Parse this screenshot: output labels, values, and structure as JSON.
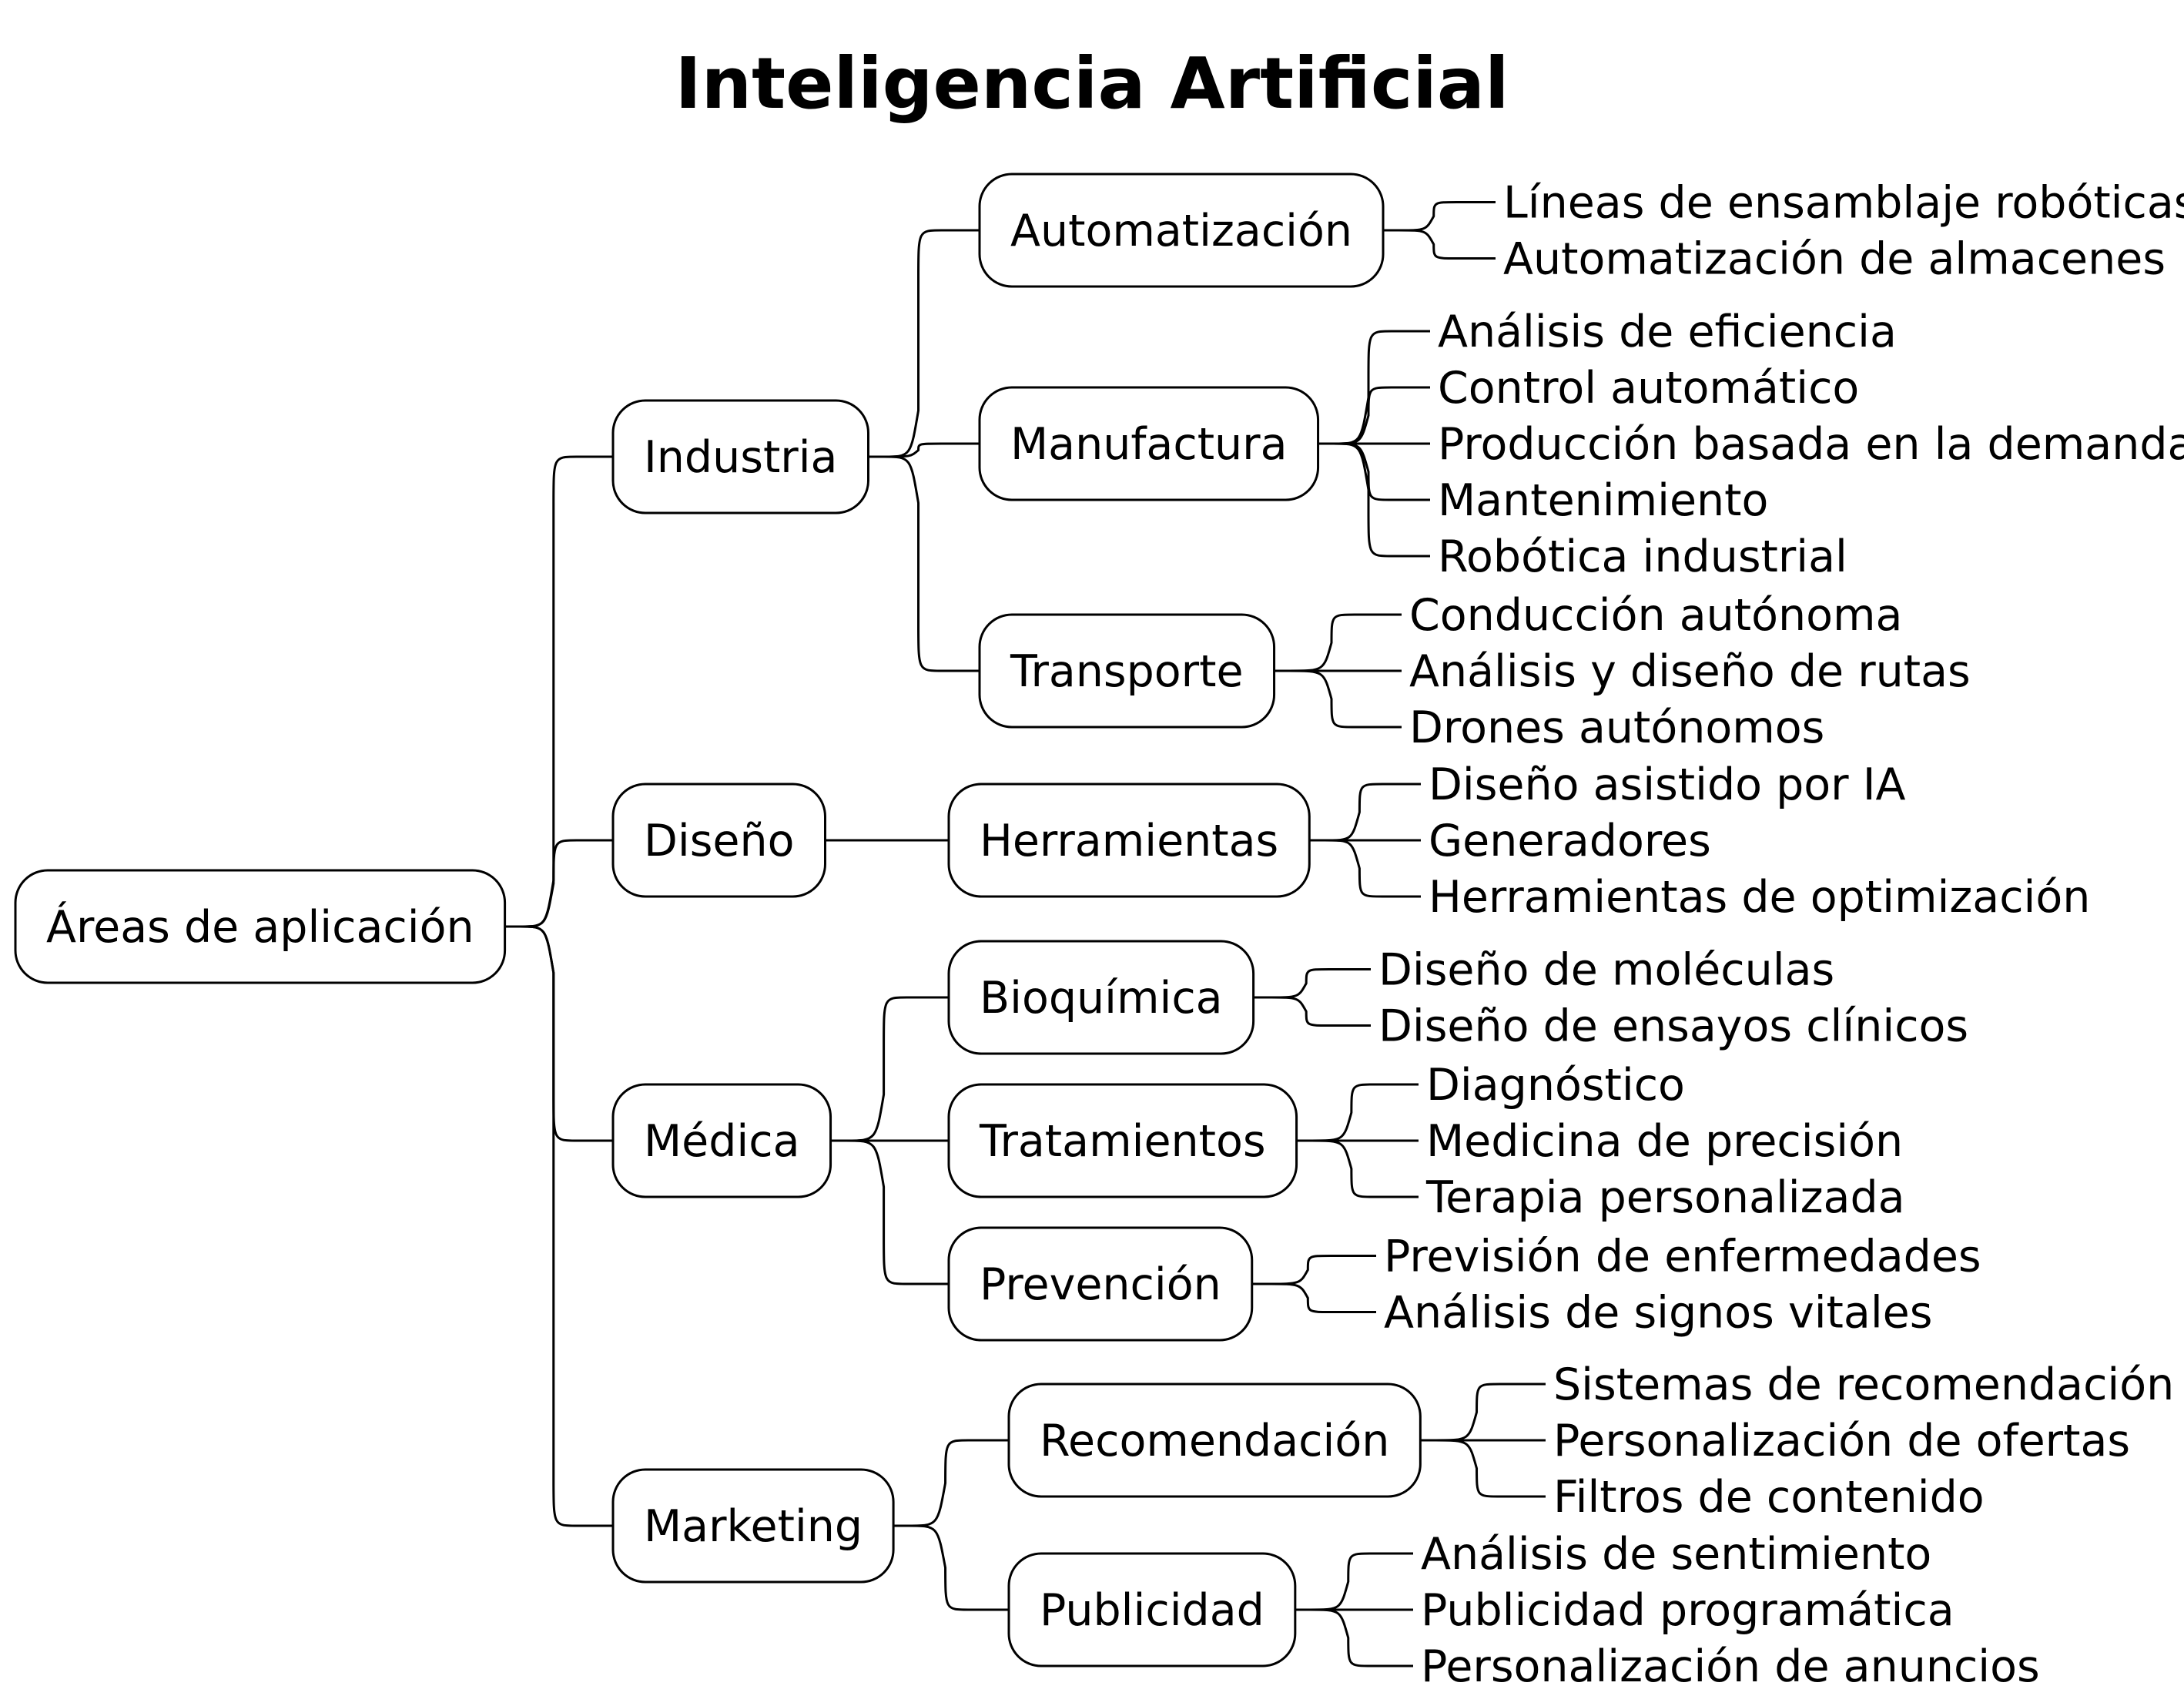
{
  "title": "Inteligencia Artificial",
  "root": {
    "label": "Áreas de aplicación",
    "children": [
      {
        "label": "Industria",
        "children": [
          {
            "label": "Automatización",
            "leaves": [
              "Líneas de ensamblaje robóticas",
              "Automatización de almacenes"
            ]
          },
          {
            "label": "Manufactura",
            "leaves": [
              "Análisis de eficiencia",
              "Control automático",
              "Producción basada en la demanda",
              "Mantenimiento",
              "Robótica industrial"
            ]
          },
          {
            "label": "Transporte",
            "leaves": [
              "Conducción autónoma",
              "Análisis y diseño de rutas",
              "Drones autónomos"
            ]
          }
        ]
      },
      {
        "label": "Diseño",
        "children": [
          {
            "label": "Herramientas",
            "leaves": [
              "Diseño asistido por IA",
              "Generadores",
              "Herramientas de optimización"
            ]
          }
        ]
      },
      {
        "label": "Médica",
        "children": [
          {
            "label": "Bioquímica",
            "leaves": [
              "Diseño de moléculas",
              "Diseño de ensayos clínicos"
            ]
          },
          {
            "label": "Tratamientos",
            "leaves": [
              "Diagnóstico",
              "Medicina de precisión",
              "Terapia personalizada"
            ]
          },
          {
            "label": "Prevención",
            "leaves": [
              "Previsión de enfermedades",
              "Análisis de signos vitales"
            ]
          }
        ]
      },
      {
        "label": "Marketing",
        "children": [
          {
            "label": "Recomendación",
            "leaves": [
              "Sistemas de recomendación",
              "Personalización de ofertas",
              "Filtros de contenido"
            ]
          },
          {
            "label": "Publicidad",
            "leaves": [
              "Análisis de sentimiento",
              "Publicidad programática",
              "Personalización de anuncios"
            ]
          }
        ]
      }
    ]
  }
}
